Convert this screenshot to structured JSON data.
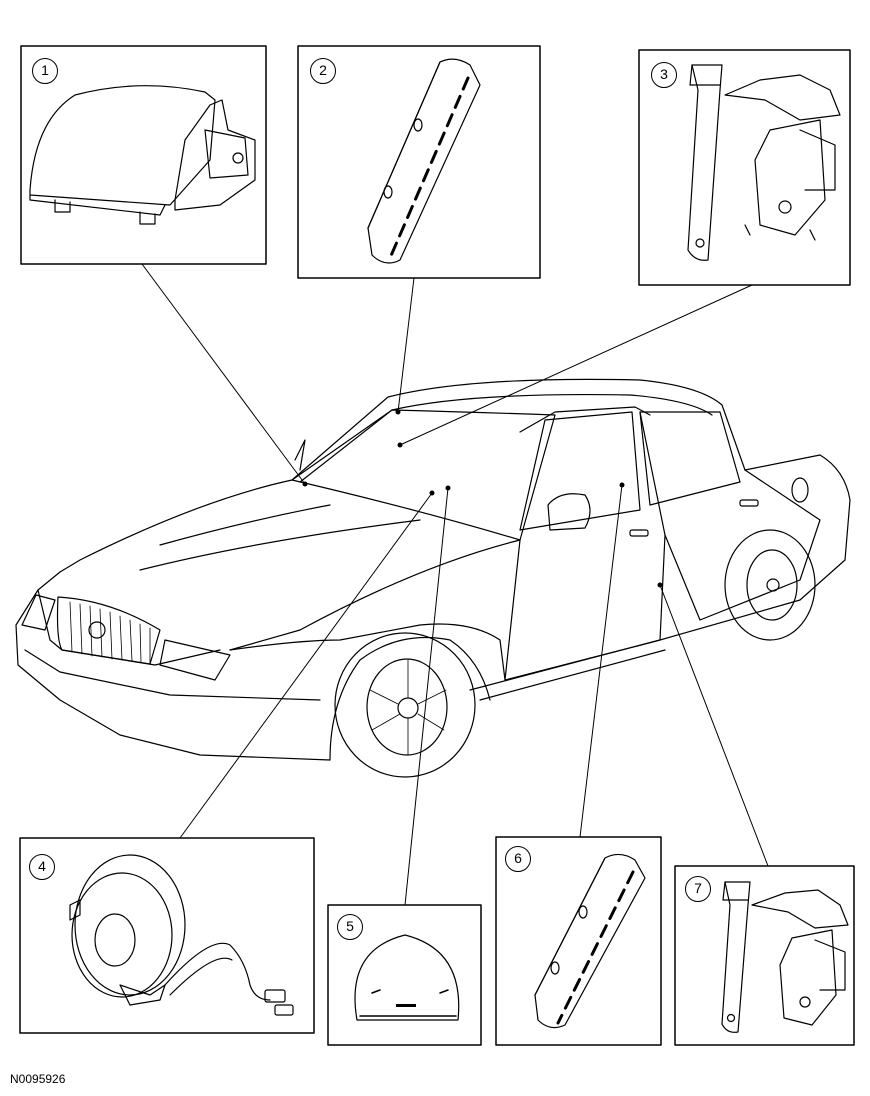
{
  "callouts": [
    "1",
    "2",
    "3",
    "4",
    "5",
    "6",
    "7"
  ],
  "figure_code": "N0095926"
}
